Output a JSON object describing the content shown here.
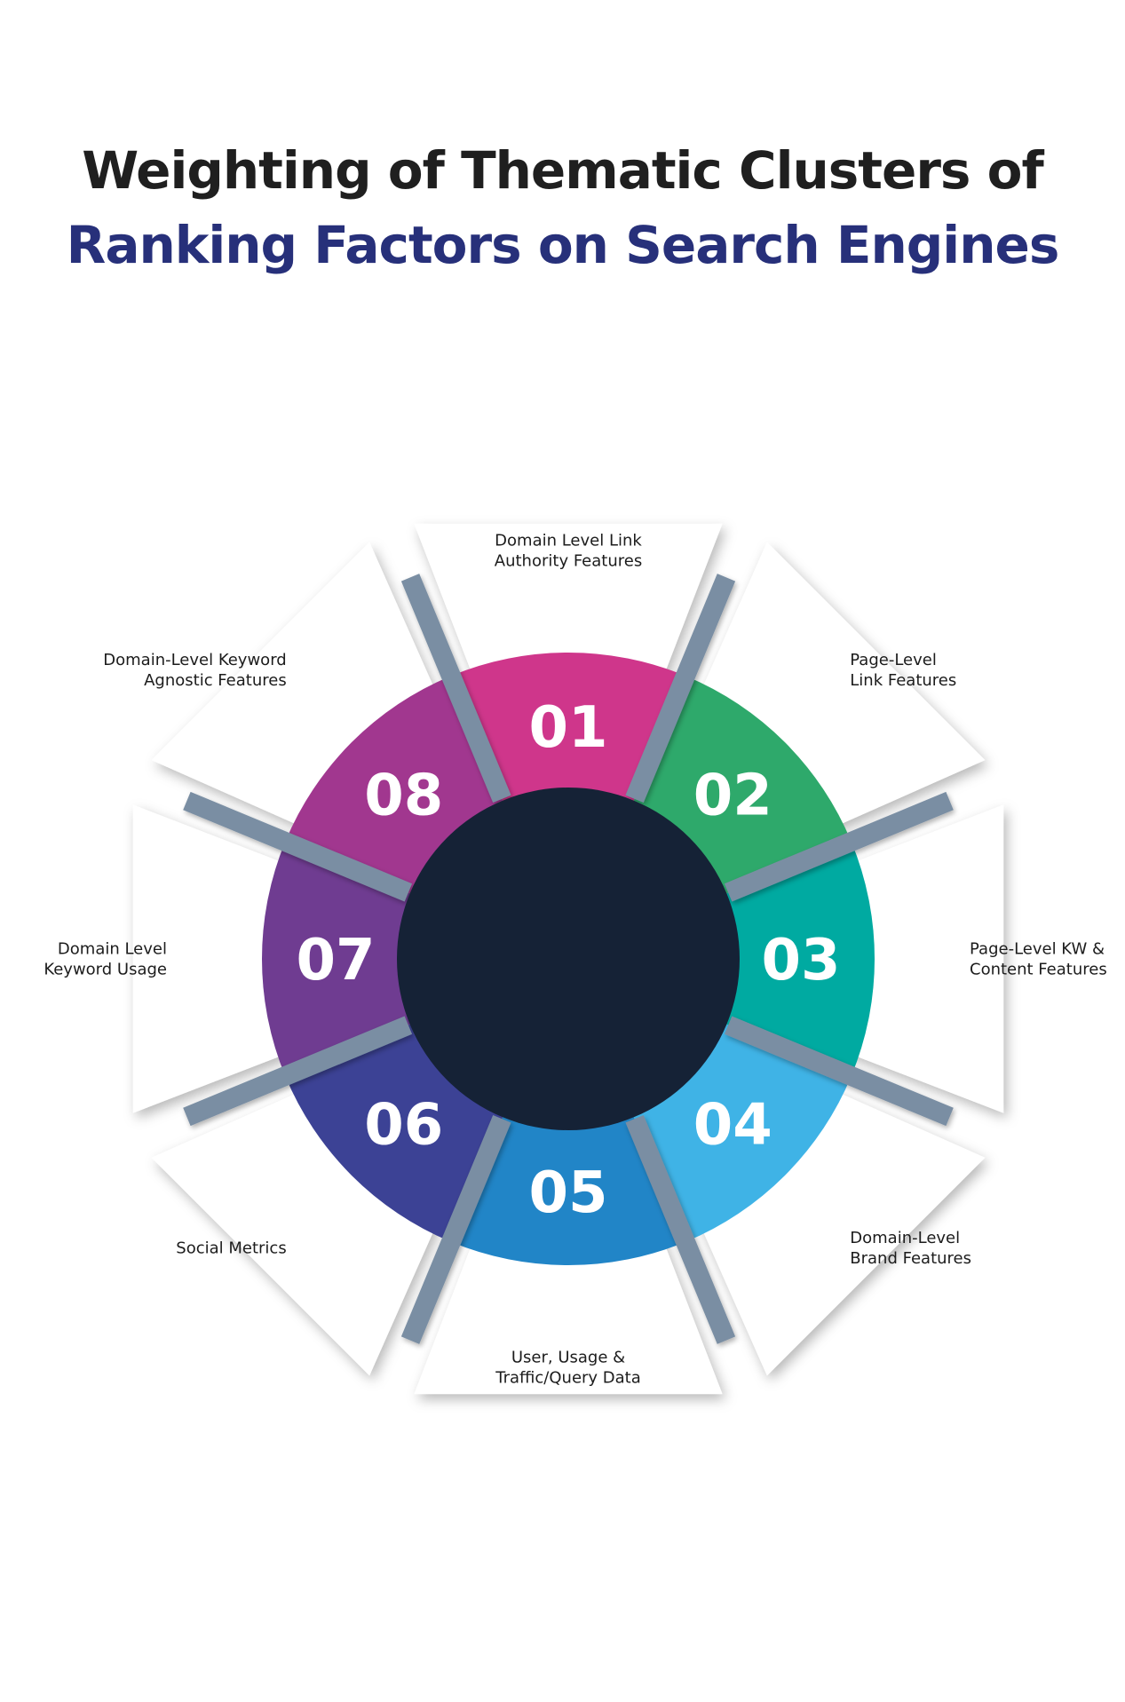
{
  "title": {
    "line1": "Weighting of Thematic Clusters of",
    "line2": "Ranking Factors on Search Engines",
    "line1_color": "#1f1f1f",
    "line2_color": "#27307a"
  },
  "hub_color": "#152236",
  "spoke_color": "#7a8ea3",
  "segments": [
    {
      "number": "01",
      "label": [
        "Domain Level Link",
        "Authority Features"
      ],
      "color": "#cf368b"
    },
    {
      "number": "02",
      "label": [
        "Page-Level",
        "Link Features"
      ],
      "color": "#2ea96b"
    },
    {
      "number": "03",
      "label": [
        "Page-Level KW &",
        "Content Features"
      ],
      "color": "#00aaa1"
    },
    {
      "number": "04",
      "label": [
        "Domain-Level",
        "Brand Features"
      ],
      "color": "#3fb3e6"
    },
    {
      "number": "05",
      "label": [
        "User, Usage &",
        "Traffic/Query Data"
      ],
      "color": "#2185c7"
    },
    {
      "number": "06",
      "label": [
        "Social Metrics"
      ],
      "color": "#3c4295"
    },
    {
      "number": "07",
      "label": [
        "Domain Level",
        "Keyword Usage"
      ],
      "color": "#6f3c91"
    },
    {
      "number": "08",
      "label": [
        "Domain-Level Keyword",
        "Agnostic Features"
      ],
      "color": "#a1378f"
    }
  ]
}
